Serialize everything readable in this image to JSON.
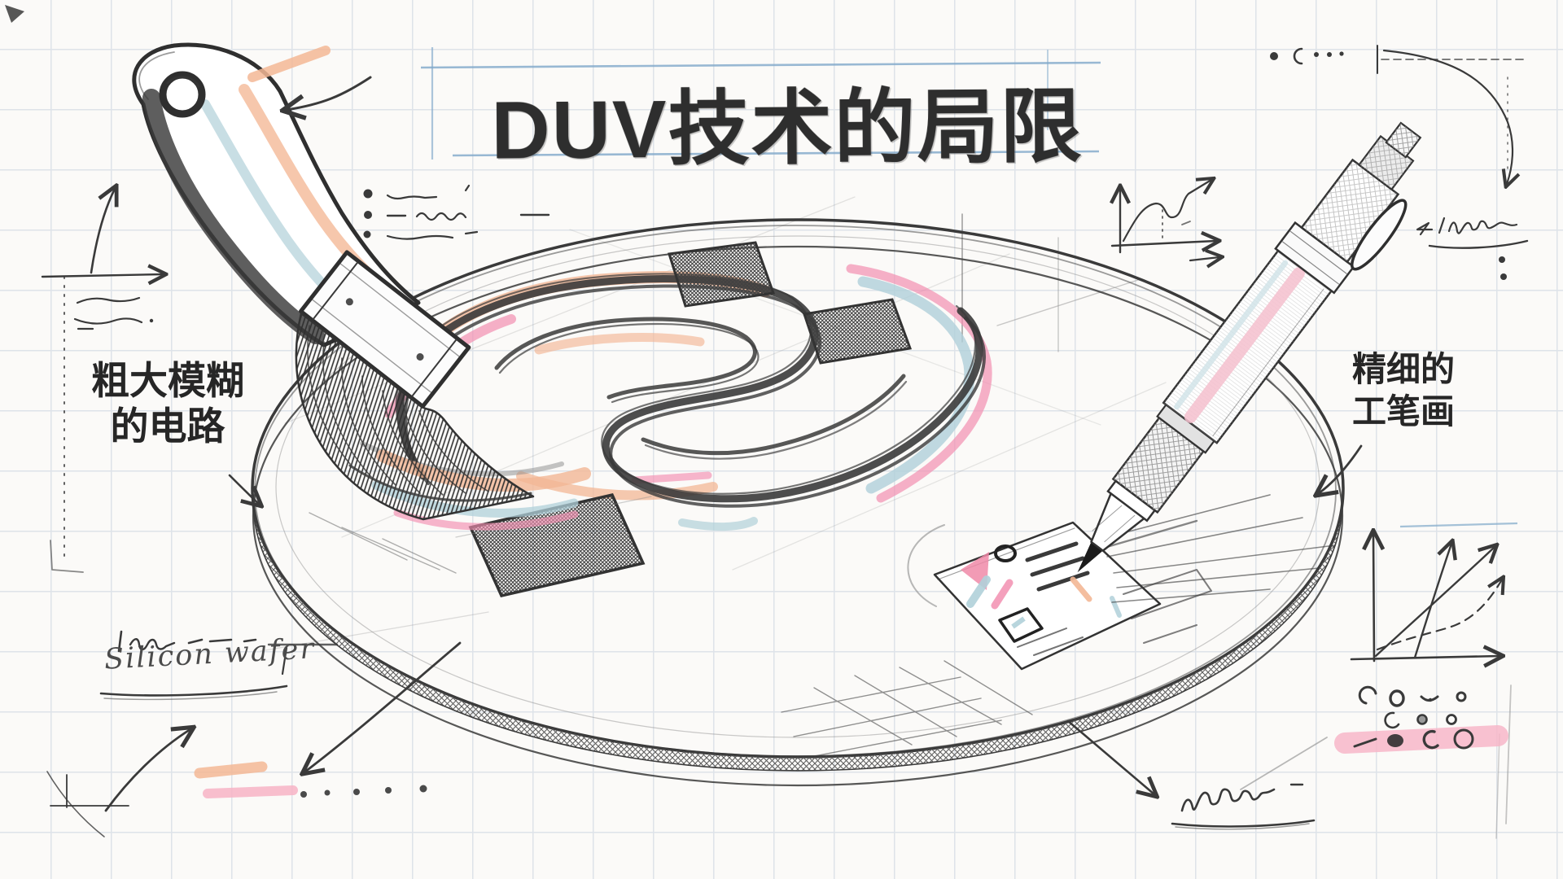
{
  "title": {
    "text": "DUV技术的局限"
  },
  "annotations": {
    "left_label": {
      "line1": "粗大模糊",
      "line2": "的电路"
    },
    "right_label": {
      "line1": "精细的",
      "line2": "工笔画"
    },
    "wafer_label": {
      "text": "Silicon wafer"
    }
  },
  "sketch_objects": [
    "grid-paper",
    "paint-brush",
    "silicon-wafer",
    "coarse-circuit-trace",
    "fine-liner-pen",
    "fine-circuit-chip"
  ],
  "colors": {
    "paper": "#fbfaf8",
    "grid": "#dee3e9",
    "pencil": "#3a3a3a",
    "peach": "#f3b795",
    "pink": "#f28fb0",
    "pink_highlight": "#f7b3c5",
    "blue": "#b0d0d9",
    "blue_rule": "#7fa8c9",
    "title_ink": "#2e2e2e"
  }
}
